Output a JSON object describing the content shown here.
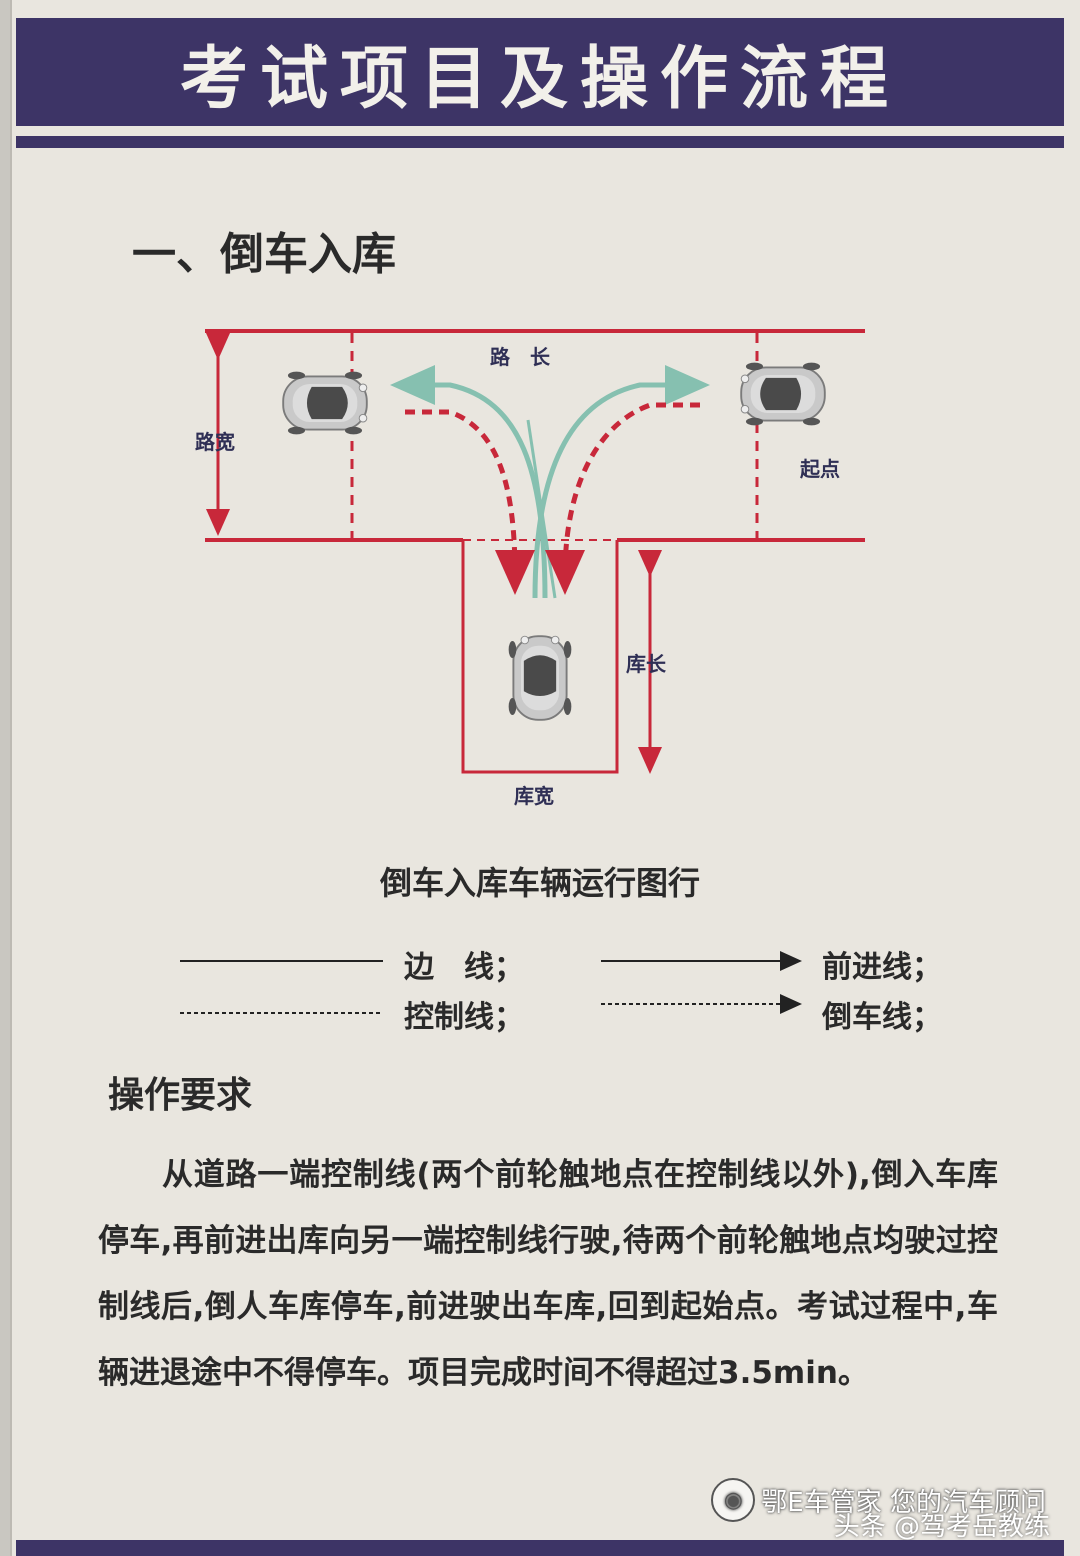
{
  "header": {
    "title": "考试项目及操作流程"
  },
  "section": {
    "title": "一、倒车入库"
  },
  "diagram": {
    "labels": {
      "road_length": "路　长",
      "road_width": "路宽",
      "start_point": "起点",
      "garage_length": "库长",
      "garage_width": "库宽"
    },
    "colors": {
      "boundary": "#c8283a",
      "forward": "#86c0b0",
      "reverse": "#c8283a",
      "dimension": "#c8283a"
    },
    "icons": [
      "car-icon",
      "car-icon",
      "car-icon"
    ]
  },
  "caption": "倒车入库车辆运行图行",
  "legend": {
    "edge_line": "边　线；",
    "forward_line": "前进线；",
    "control_line": "控制线；",
    "reverse_line": "倒车线；"
  },
  "requirements": {
    "title": "操作要求",
    "body": "从道路一端控制线(两个前轮触地点在控制线以外),倒入车库停车,再前进出库向另一端控制线行驶,待两个前轮触地点均驶过控制线后,倒人车库停车,前进驶出车库,回到起始点。考试过程中,车辆进退途中不得停车。项目完成时间不得超过3.5min。"
  },
  "watermark": {
    "line1": "鄂E车管家 您的汽车顾问",
    "line2": "头条 @驾考岳教练",
    "icon": "wechat-icon"
  }
}
